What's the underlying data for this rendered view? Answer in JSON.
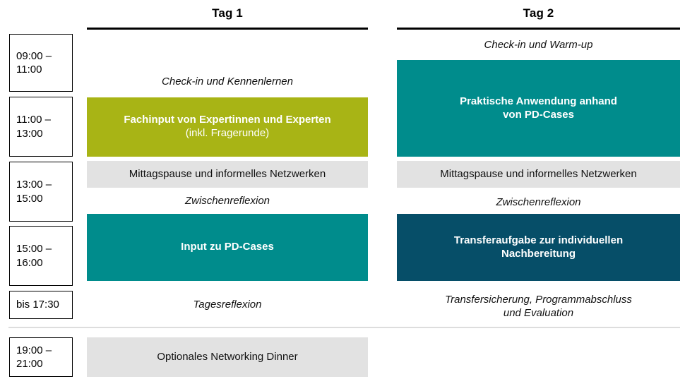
{
  "colors": {
    "olive": "#A8B415",
    "teal": "#008C8C",
    "navy": "#064E68",
    "grey": "#E2E2E2",
    "rule": "#000000",
    "separator": "#DDDDDD"
  },
  "days": [
    {
      "title": "Tag 1"
    },
    {
      "title": "Tag 2"
    }
  ],
  "time_slots": [
    {
      "label": "09:00 –\n11:00"
    },
    {
      "label": "11:00 –\n13:00"
    },
    {
      "label": "13:00 –\n15:00"
    },
    {
      "label": "15:00 –\n16:00"
    },
    {
      "label": "bis 17:30"
    },
    {
      "label": "19:00 –\n21:00"
    }
  ],
  "day1": {
    "checkin": "Check-in und Kennenlernen",
    "fachinput_title": "Fachinput von Expertinnen und Experten",
    "fachinput_sub": "(inkl. Fragerunde)",
    "lunch": "Mittagspause und informelles Netzwerken",
    "zwischenreflexion": "Zwischenreflexion",
    "input_pd_cases": "Input zu PD-Cases",
    "tagesreflexion": "Tagesreflexion",
    "dinner": "Optionales Networking Dinner"
  },
  "day2": {
    "checkin": "Check-in und Warm-up",
    "praktische": "Praktische Anwendung anhand\nvon PD-Cases",
    "lunch": "Mittagspause und informelles Netzwerken",
    "zwischenreflexion": "Zwischenreflexion",
    "transferaufgabe": "Transferaufgabe zur individuellen\nNachbereitung",
    "abschluss": "Transfersicherung, Programmabschluss\nund Evaluation"
  }
}
